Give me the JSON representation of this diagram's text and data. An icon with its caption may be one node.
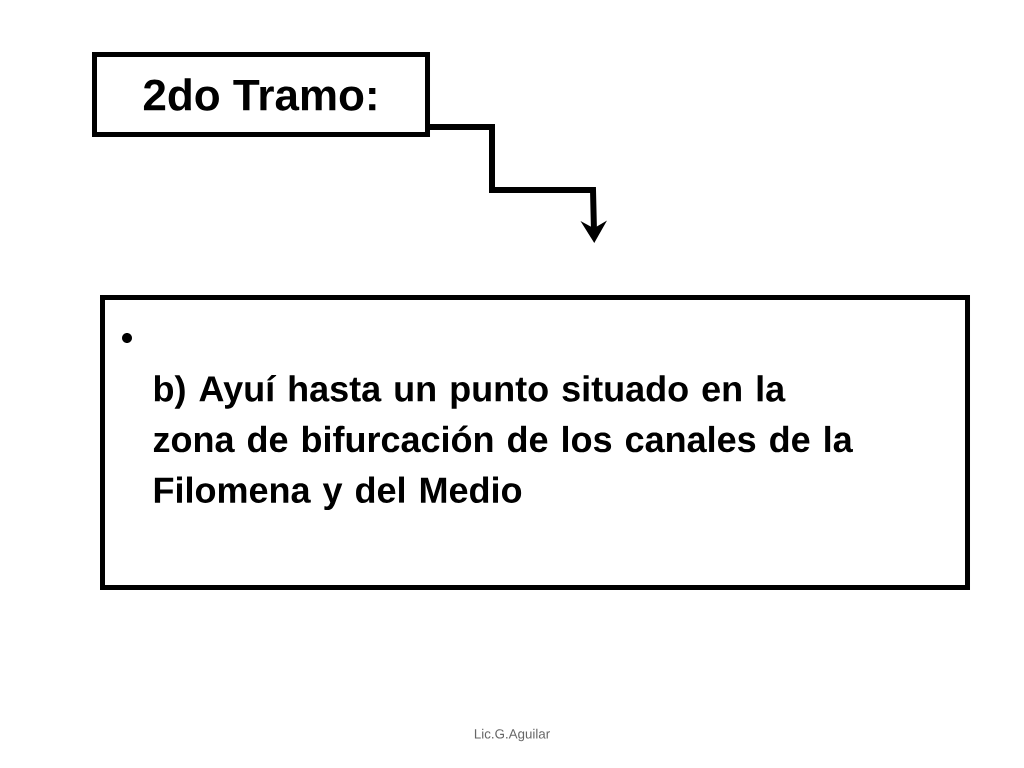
{
  "diagram": {
    "nodes": [
      {
        "text": [
          "2do Tramo:"
        ]
      },
      {
        "text": [
          "b) Ayuí hasta un punto situado en la zona de bifurcación de los canales de la Filomena y del Medio"
        ]
      }
    ],
    "edges": [
      {
        "from": 0,
        "to": 1,
        "arrow": "to"
      }
    ],
    "labels": [
      "Lic.G.Aguilar"
    ]
  }
}
